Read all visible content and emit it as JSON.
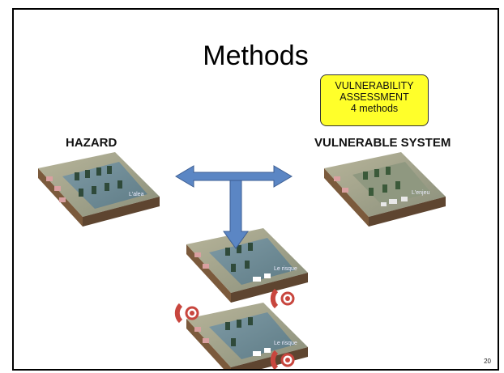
{
  "slide": {
    "title": "Methods",
    "callout": {
      "line1": "VULNERABILITY",
      "line2": "ASSESSMENT",
      "line3": "4 methods"
    },
    "hazard_label": "HAZARD",
    "vulnerable_label": "VULNERABLE SYSTEM",
    "page_number": "20",
    "tiles": {
      "hazard_caption": "L'alea",
      "vulnerable_caption": "L'enjeu",
      "risk_caption_1": "Le risque",
      "risk_caption_2": "Le risque"
    },
    "colors": {
      "arrow": "#5b86c4",
      "callout_bg": "#ffff2a",
      "water": "#6f8d97",
      "warning": "#c8463e"
    }
  }
}
